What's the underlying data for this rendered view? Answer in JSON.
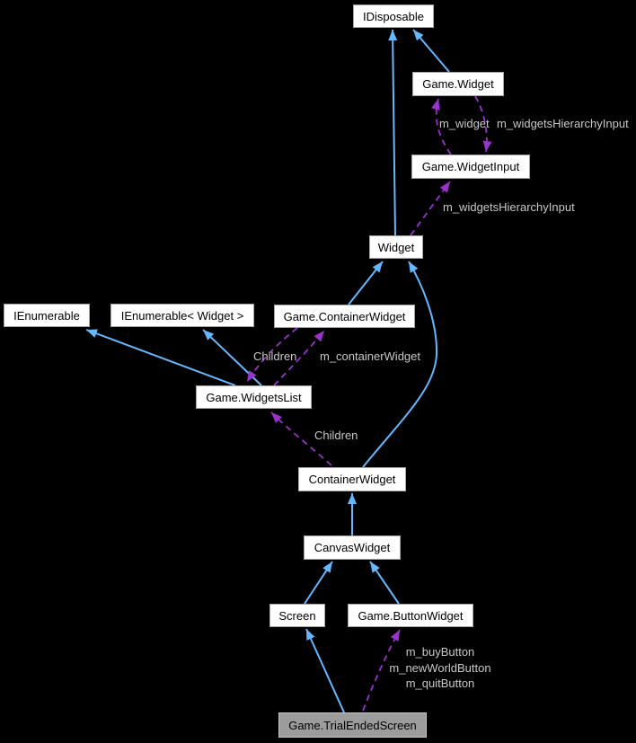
{
  "diagram": {
    "type": "collaboration-graph",
    "background": "#000000",
    "colors": {
      "inheritance_edge": "#63b8ff",
      "usage_edge": "#9a32cd",
      "node_fill": "#ffffff",
      "node_border": "#a6a6a6",
      "node_text": "#000000",
      "current_node_fill": "#9c9c9c",
      "current_node_border": "#c6c6c6",
      "edge_label_color": "#c8c8c8"
    },
    "nodes": [
      {
        "label": "IDisposable"
      },
      {
        "label": "Game.Widget"
      },
      {
        "label": "Game.WidgetInput"
      },
      {
        "label": "Widget"
      },
      {
        "label": "IEnumerable"
      },
      {
        "label": "IEnumerable< Widget >"
      },
      {
        "label": "Game.ContainerWidget"
      },
      {
        "label": "Game.WidgetsList"
      },
      {
        "label": "ContainerWidget"
      },
      {
        "label": "CanvasWidget"
      },
      {
        "label": "Screen"
      },
      {
        "label": "Game.ButtonWidget"
      },
      {
        "label": "Game.TrialEndedScreen",
        "current": true
      }
    ],
    "edge_labels": {
      "m_widget": "m_widget",
      "m_widgets_hierarchy_input_upper": "m_widgetsHierarchyInput",
      "m_widgets_hierarchy_input_lower": "m_widgetsHierarchyInput",
      "children_upper": "Children",
      "m_container_widget": "m_containerWidget",
      "children_lower": "Children",
      "trial_buttons_line1": "m_buyButton",
      "trial_buttons_line2": "m_newWorldButton",
      "trial_buttons_line3": "m_quitButton"
    },
    "edges": [
      {
        "from": "Game.Widget",
        "to": "IDisposable",
        "type": "inheritance"
      },
      {
        "from": "Widget",
        "to": "IDisposable",
        "type": "inheritance"
      },
      {
        "from": "Game.ContainerWidget",
        "to": "Widget",
        "type": "inheritance"
      },
      {
        "from": "ContainerWidget",
        "to": "Widget",
        "type": "inheritance"
      },
      {
        "from": "Game.WidgetsList",
        "to": "IEnumerable",
        "type": "inheritance"
      },
      {
        "from": "Game.WidgetsList",
        "to": "IEnumerable< Widget >",
        "type": "inheritance"
      },
      {
        "from": "CanvasWidget",
        "to": "ContainerWidget",
        "type": "inheritance"
      },
      {
        "from": "Screen",
        "to": "CanvasWidget",
        "type": "inheritance"
      },
      {
        "from": "Game.ButtonWidget",
        "to": "CanvasWidget",
        "type": "inheritance"
      },
      {
        "from": "Game.TrialEndedScreen",
        "to": "Screen",
        "type": "inheritance"
      },
      {
        "from": "Game.WidgetInput",
        "to": "Game.Widget",
        "type": "usage",
        "label": "m_widget"
      },
      {
        "from": "Game.Widget",
        "to": "Game.WidgetInput",
        "type": "usage",
        "label": "m_widgetsHierarchyInput"
      },
      {
        "from": "Widget",
        "to": "Game.WidgetInput",
        "type": "usage",
        "label": "m_widgetsHierarchyInput"
      },
      {
        "from": "Game.ContainerWidget",
        "to": "Game.WidgetsList",
        "type": "usage",
        "label": "Children"
      },
      {
        "from": "Game.WidgetsList",
        "to": "Game.ContainerWidget",
        "type": "usage",
        "label": "m_containerWidget"
      },
      {
        "from": "ContainerWidget",
        "to": "Game.WidgetsList",
        "type": "usage",
        "label": "Children"
      },
      {
        "from": "Game.TrialEndedScreen",
        "to": "Game.ButtonWidget",
        "type": "usage",
        "label": "m_buyButton m_newWorldButton m_quitButton"
      }
    ]
  }
}
